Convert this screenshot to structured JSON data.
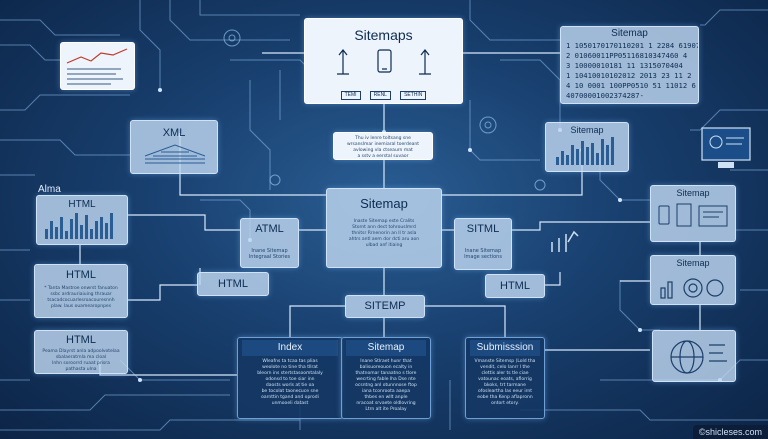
{
  "top": {
    "title": "Sitemaps",
    "chips": [
      "TEMI",
      "RENL",
      "SETHIN"
    ]
  },
  "top_right": {
    "title": "Sitemap",
    "lines": [
      "1 1050170170110201 1 2284 61907",
      "2 01060011PP05116810347460 4",
      "3 10000010181 11 1315070404",
      "1 10410010102012 2013 23 11 2",
      "4 10 0001 100PP0510 51 11012 6",
      "40700001002374287-"
    ]
  },
  "xml": {
    "label": "XML"
  },
  "alma": {
    "label": "Alma",
    "html": "HTML"
  },
  "left_html_1": {
    "label": "HTML",
    "lines": [
      "* Tanta Mastroe onwrst fanuaton",
      "ssbc ardrauriaiuing thrauar",
      "tsacadcocuarlesroacouresnnh",
      "plaw. laus ouamearopnpes"
    ]
  },
  "left_html_2": {
    "label": "HTML",
    "lines": [
      "Peama Dlayrst anla adpoolvotelaa",
      "sbalaeratrnla ma cloal",
      "lnhn soroorrd ruaat prisra",
      "pathasta ulna"
    ]
  },
  "center_note": {
    "lines": [
      "Thu iv lenre toltsang sne",
      "wrsanslmar inemiaral toerdeant",
      "avlowing vla ctseaurn mat",
      "a sstv a eerstal suvaor"
    ]
  },
  "center": {
    "title": "Sitemap",
    "lines": [
      "Inaste Sitemap este Cralits",
      "Stornt ann dect tohrouslmrd",
      "thnitsr Rrnenorin an ll tr asla",
      "ahtrs antl aem dor dcti aru aon",
      "ulbad anf itiaing"
    ]
  },
  "atml": {
    "label": "ATML",
    "sub": "Inane Sitemap Integraal Stories"
  },
  "siml": {
    "label": "SITML",
    "sub": "Inane Sitemap Image sections"
  },
  "html_mid_left": {
    "label": "HTML"
  },
  "html_mid_right": {
    "label": "HTML"
  },
  "sitemp": {
    "label": "SITEMP"
  },
  "index": {
    "title": "Index",
    "lines": [
      "Wleafns ta tcaa tas plias",
      "weolote no tine tha tllrat",
      "bleorn ins stertstasoomtalaly",
      "odonsd to toe siar inn",
      "daosts worls at tie oa",
      "be tocolat taonecuce sne",
      "oarnttin tgand and oprodi",
      "unmooeli datast"
    ]
  },
  "sitemap_box": {
    "title": "Sitemap",
    "lines": [
      "Inane Stlraet hunr that",
      "balisuoreouon ecalty in",
      "thatnomar tanaatno s tlore",
      "wecrting fable lha Dse nte",
      "ocsntng anl otunnnose ftop",
      "iana tconroota aaepa",
      "thbes en wllt anple",
      "nracoat srvaete oldlovring",
      "Ltrn alt ite Proalay"
    ]
  },
  "submission": {
    "title": "Submisssion",
    "lines": [
      "Vmanste Sitemsp (Lold tha",
      "vendit, celo lanrr l the",
      "clettis aler ts tle ciae",
      "vatounac eoats, aflorrig",
      "bkoks, trt tarmane",
      "ofosleartha las eeur irnt",
      "eobe tha Kenp aflapronn",
      "ontort etory."
    ]
  },
  "right_top": {
    "title": "Sitemap"
  },
  "right_mid": {
    "title": "Sitemap"
  },
  "right_low": {
    "title": "Sitemap"
  },
  "watermark": "shicleses.com"
}
